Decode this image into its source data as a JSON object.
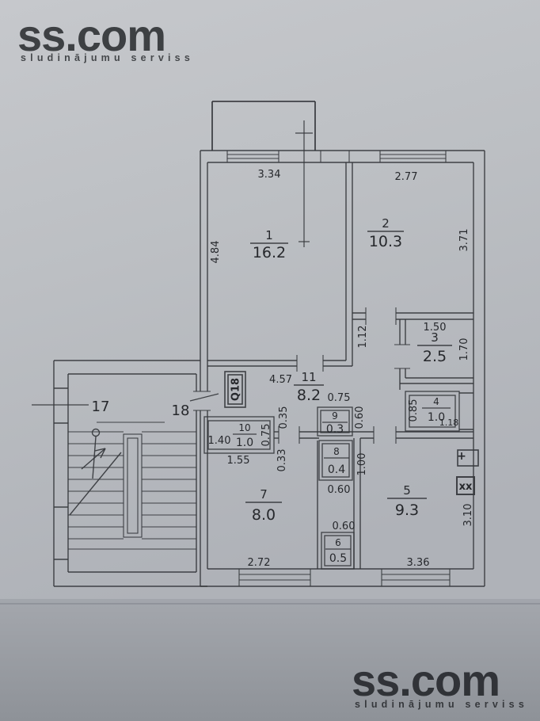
{
  "watermark_top": {
    "brand": "ss.com",
    "tagline": "sludinājumu serviss"
  },
  "watermark_bottom": {
    "brand": "ss.com",
    "tagline": "sludinājumu serviss"
  },
  "plan": {
    "unit_door_badge": "Q18",
    "stairwell": {
      "unit_left": "17",
      "unit_right": "18"
    },
    "fixtures": {
      "sink": "+",
      "stove": "xx"
    },
    "rooms": [
      {
        "num": "1",
        "area": "16.2"
      },
      {
        "num": "2",
        "area": "10.3"
      },
      {
        "num": "3",
        "area": "2.5"
      },
      {
        "num": "4",
        "area": "1.0"
      },
      {
        "num": "5",
        "area": "9.3"
      },
      {
        "num": "6",
        "area": "0.5"
      },
      {
        "num": "7",
        "area": "8.0"
      },
      {
        "num": "8",
        "area": "0.4"
      },
      {
        "num": "9",
        "area": "0.3"
      },
      {
        "num": "10",
        "area": "1.0"
      },
      {
        "num": "11",
        "area": "8.2"
      }
    ],
    "dims": [
      {
        "v": "3.34"
      },
      {
        "v": "2.77"
      },
      {
        "v": "4.84"
      },
      {
        "v": "3.71"
      },
      {
        "v": "1.12"
      },
      {
        "v": "1.50"
      },
      {
        "v": "1.70"
      },
      {
        "v": "4.57"
      },
      {
        "v": "0.75"
      },
      {
        "v": "0.35"
      },
      {
        "v": "0.60"
      },
      {
        "v": "0.85"
      },
      {
        "v": "1.18"
      },
      {
        "v": "1.40"
      },
      {
        "v": "0.75"
      },
      {
        "v": "1.55"
      },
      {
        "v": "0.33"
      },
      {
        "v": "1.00"
      },
      {
        "v": "0.60"
      },
      {
        "v": "0.60"
      },
      {
        "v": "2.72"
      },
      {
        "v": "3.36"
      },
      {
        "v": "3.10"
      }
    ]
  }
}
